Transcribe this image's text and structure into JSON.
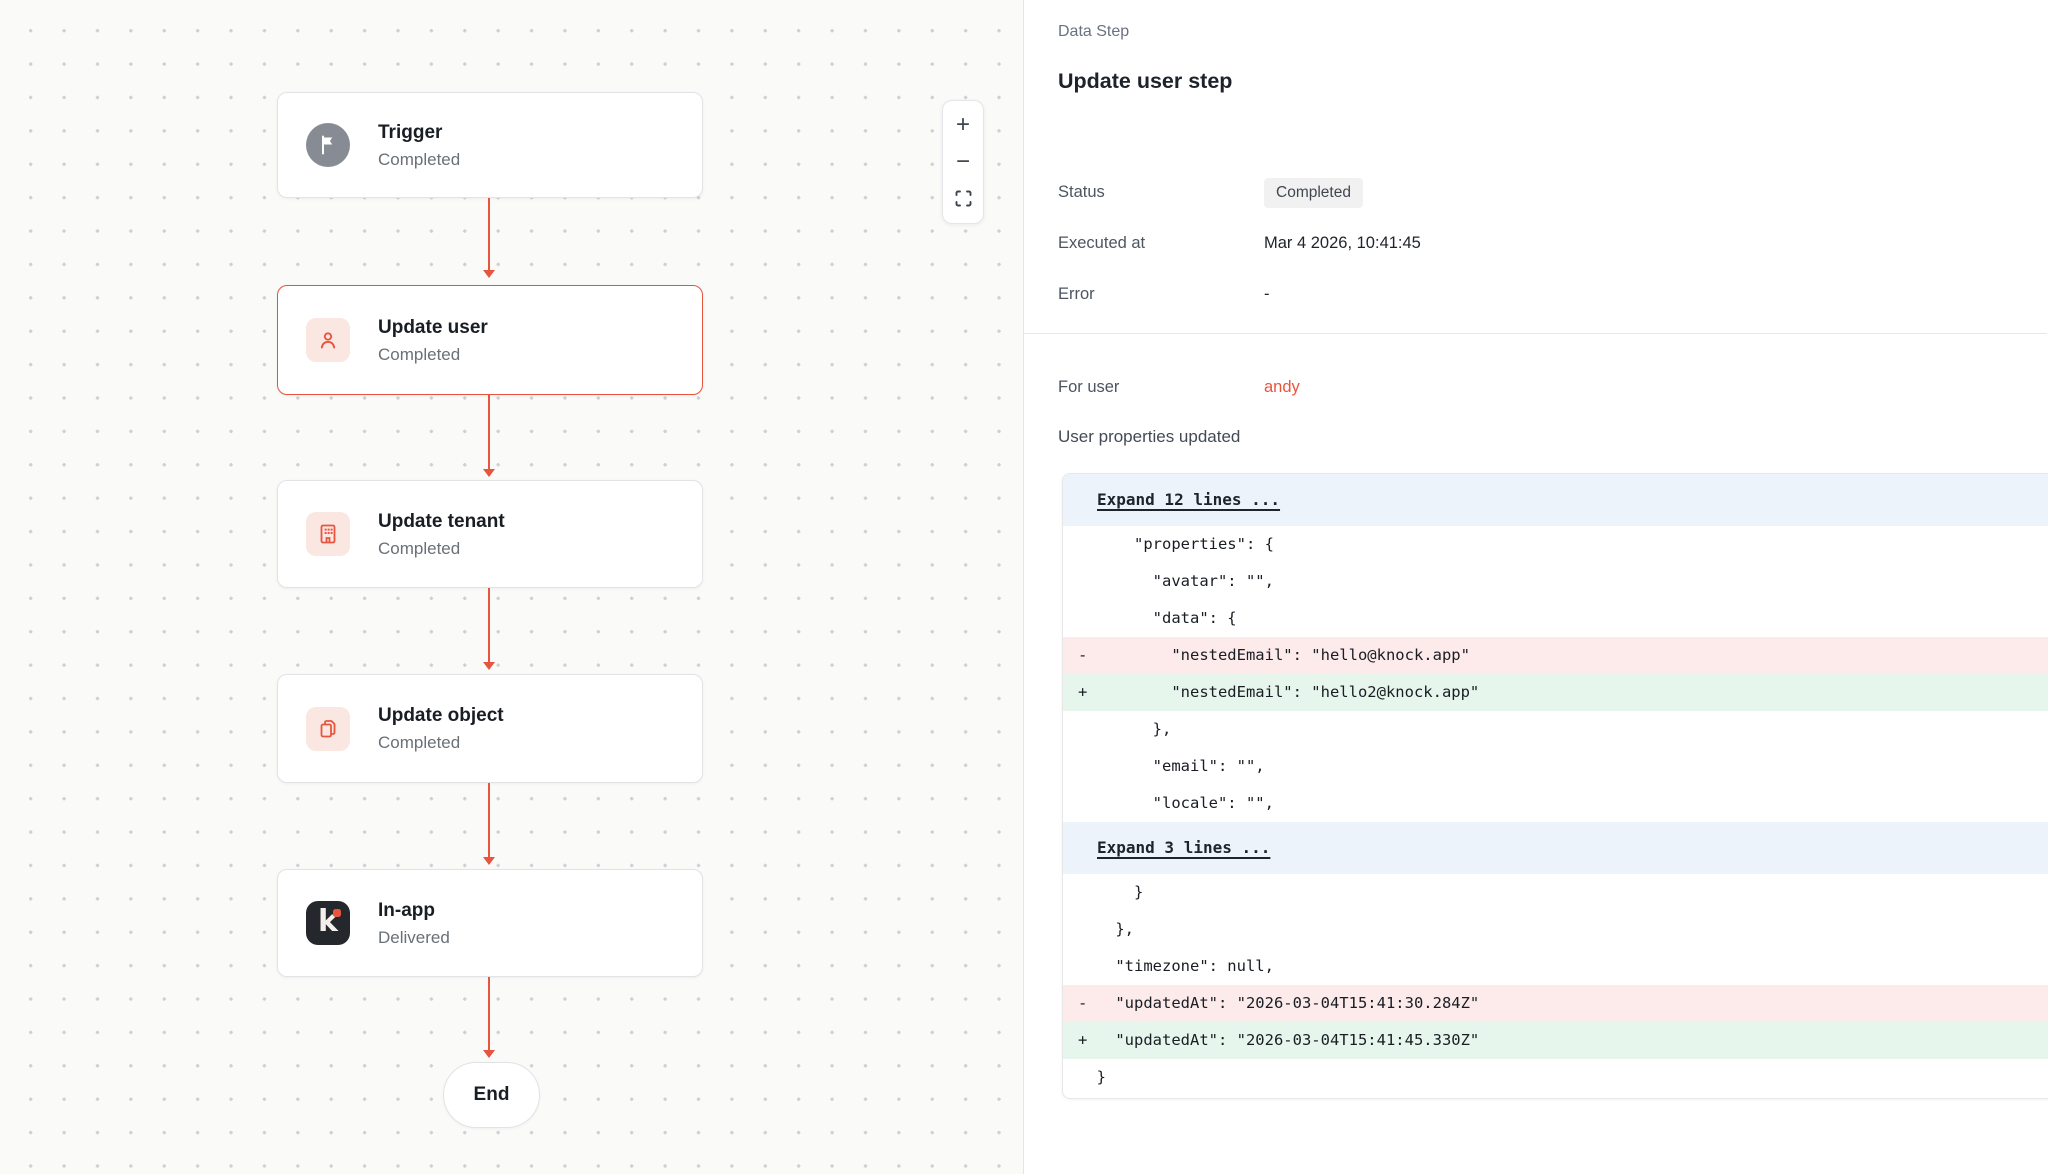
{
  "colors": {
    "accent": "#e8553e",
    "removed_bg": "#fdeaea",
    "added_bg": "#e7f6ed",
    "expand_bg": "#edf3fb"
  },
  "canvas": {
    "nodes": [
      {
        "title": "Trigger",
        "subtitle": "Completed",
        "icon": "flag-icon"
      },
      {
        "title": "Update user",
        "subtitle": "Completed",
        "icon": "user-icon"
      },
      {
        "title": "Update tenant",
        "subtitle": "Completed",
        "icon": "building-icon"
      },
      {
        "title": "Update object",
        "subtitle": "Completed",
        "icon": "copy-icon"
      },
      {
        "title": "In-app",
        "subtitle": "Delivered",
        "icon": "knock-logo"
      }
    ],
    "end_label": "End",
    "knock_letter": "k",
    "zoom_in_label": "+",
    "zoom_out_label": "−"
  },
  "panel": {
    "kicker": "Data Step",
    "title": "Update user step",
    "info": {
      "status_label": "Status",
      "status_value": "Completed",
      "executed_label": "Executed at",
      "executed_value": "Mar 4 2026, 10:41:45",
      "error_label": "Error",
      "error_value": "-"
    },
    "for_user_label": "For user",
    "for_user_value": "andy",
    "diff_heading": "User properties updated",
    "diff_rows": [
      {
        "kind": "expand",
        "text": "Expand 12 lines ..."
      },
      {
        "kind": "context",
        "text": "      \"properties\": {"
      },
      {
        "kind": "context",
        "text": "        \"avatar\": \"\","
      },
      {
        "kind": "context",
        "text": "        \"data\": {"
      },
      {
        "kind": "removed",
        "text": "-         \"nestedEmail\": \"hello@knock.app\""
      },
      {
        "kind": "added",
        "text": "+         \"nestedEmail\": \"hello2@knock.app\""
      },
      {
        "kind": "context",
        "text": "        },"
      },
      {
        "kind": "context",
        "text": "        \"email\": \"\","
      },
      {
        "kind": "context",
        "text": "        \"locale\": \"\","
      },
      {
        "kind": "expand",
        "text": "Expand 3 lines ..."
      },
      {
        "kind": "context",
        "text": "      }"
      },
      {
        "kind": "context",
        "text": "    },"
      },
      {
        "kind": "context",
        "text": "    \"timezone\": null,"
      },
      {
        "kind": "removed",
        "text": "-   \"updatedAt\": \"2026-03-04T15:41:30.284Z\""
      },
      {
        "kind": "added",
        "text": "+   \"updatedAt\": \"2026-03-04T15:41:45.330Z\""
      },
      {
        "kind": "context",
        "text": "  }"
      }
    ]
  }
}
